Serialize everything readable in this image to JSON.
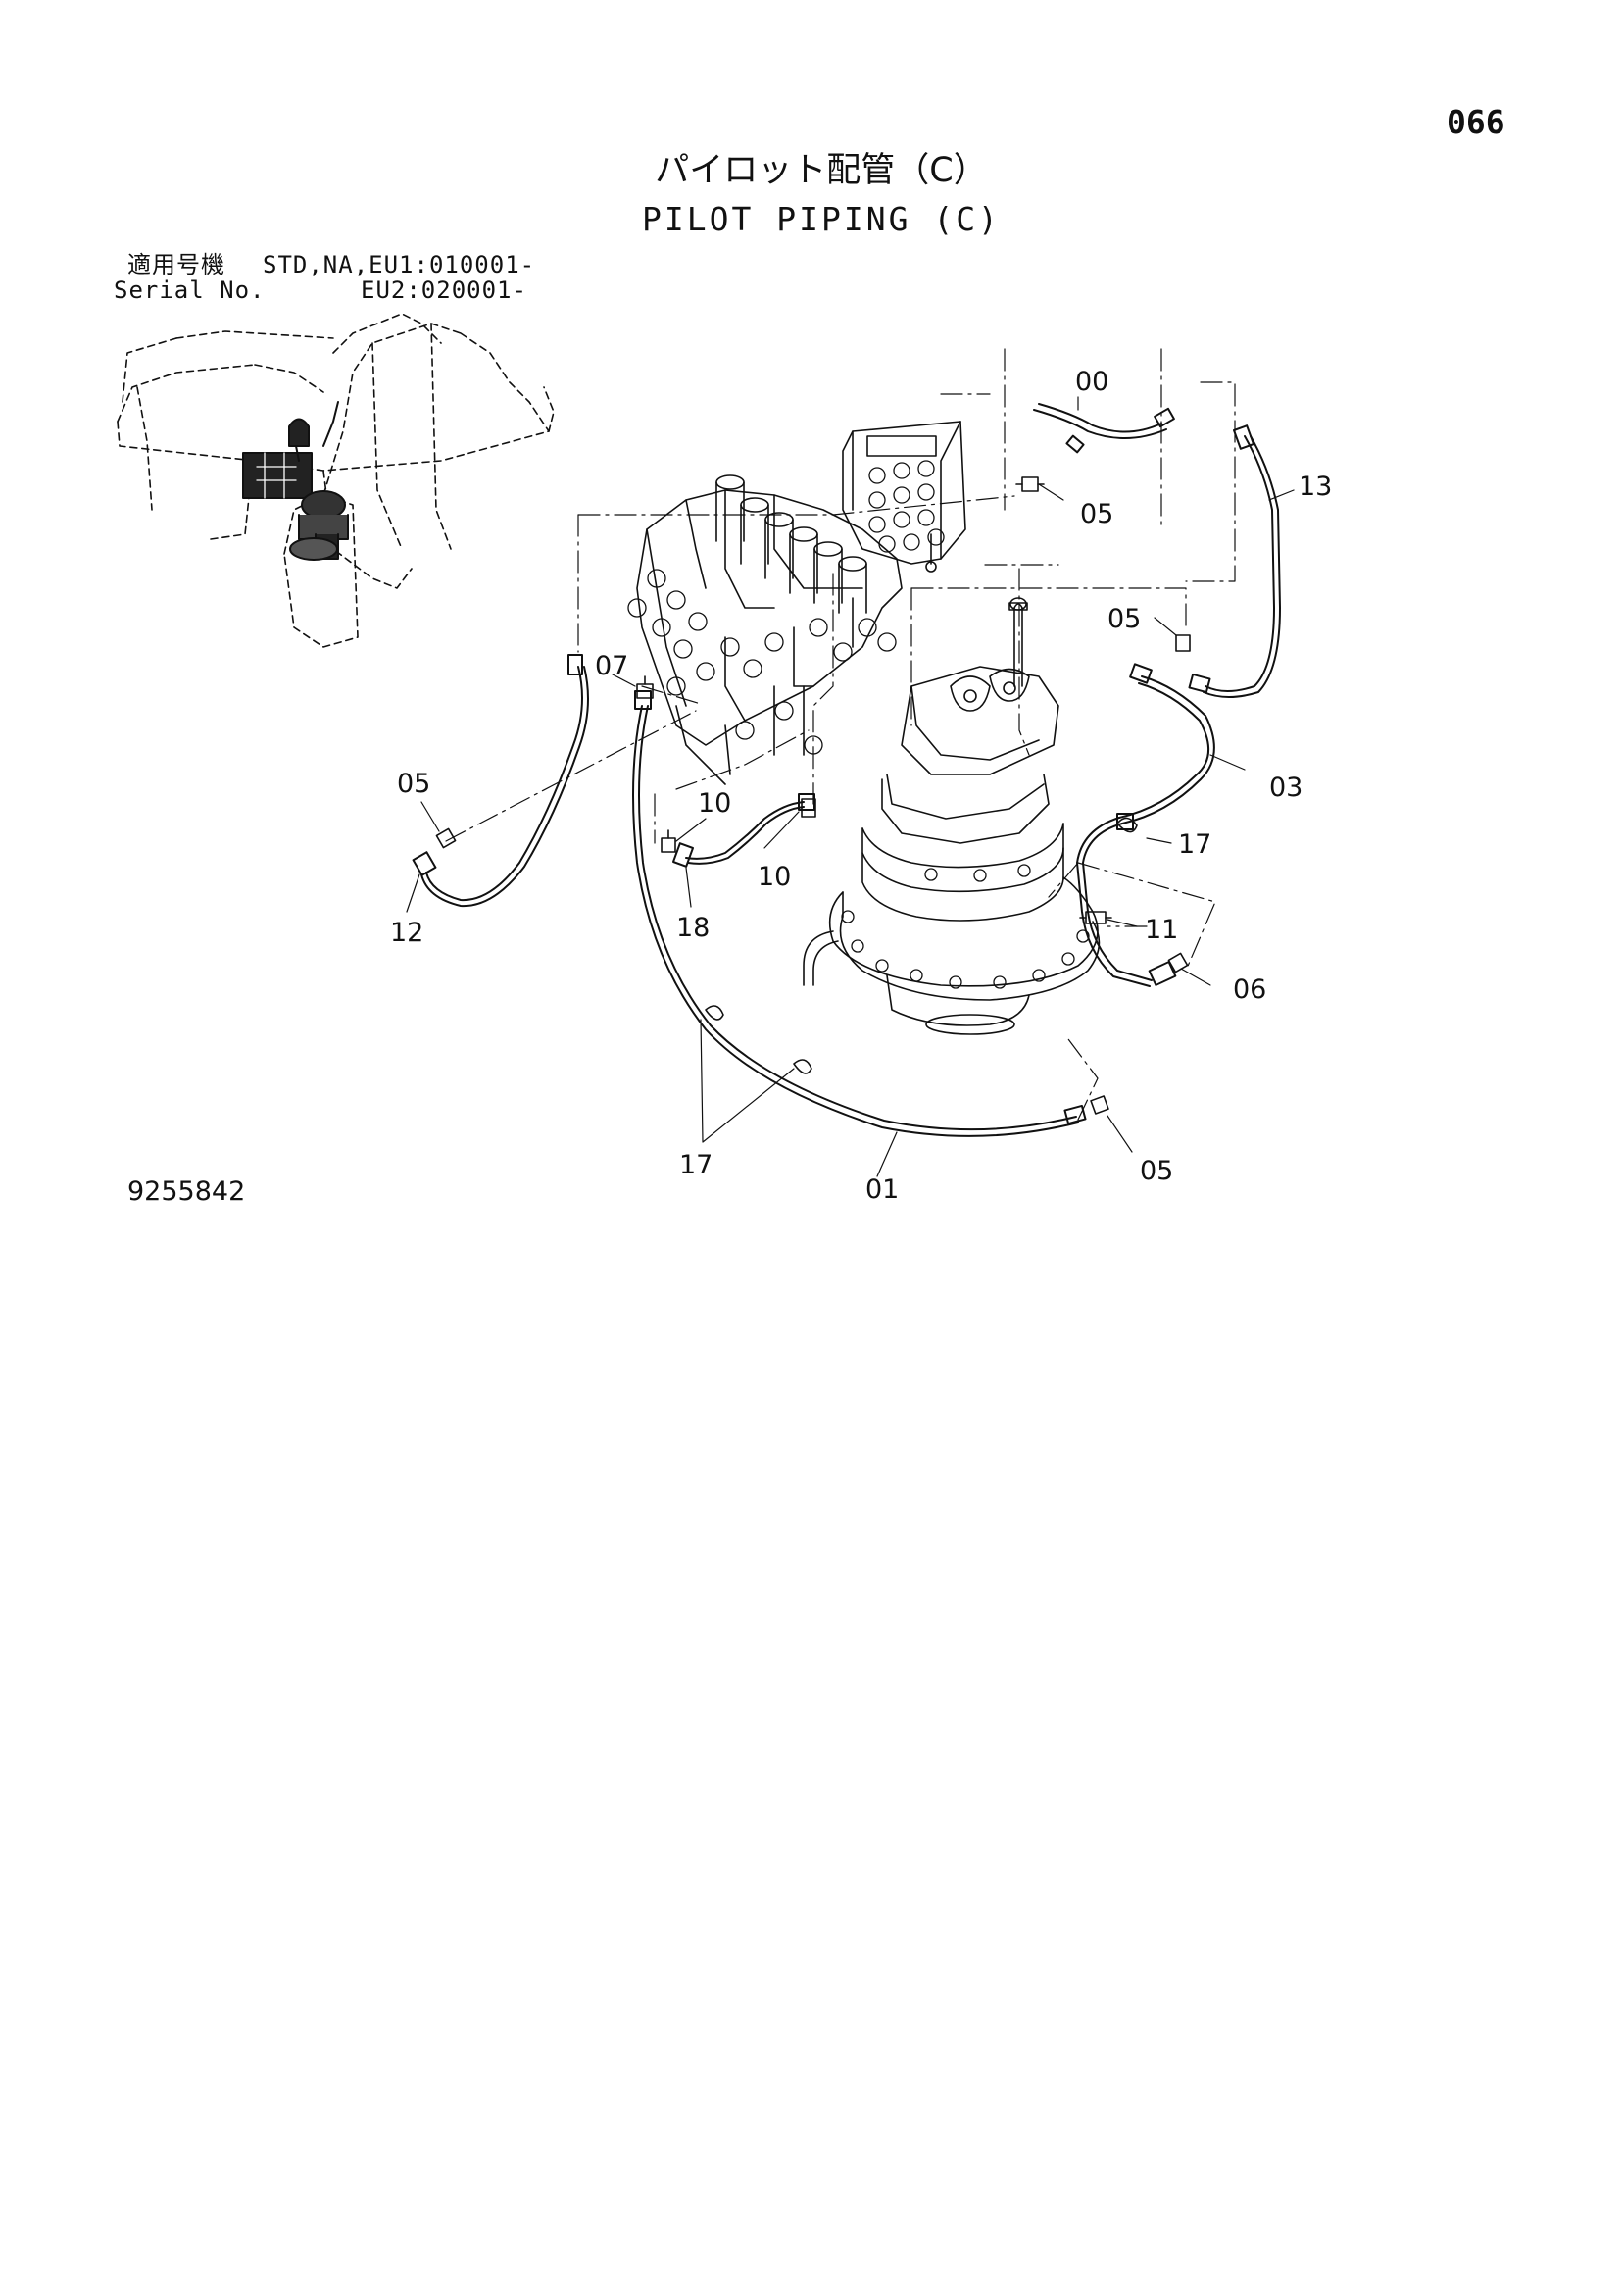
{
  "page_number": "066",
  "title_ja": "パイロット配管（C）",
  "title_en": "PILOT PIPING (C)",
  "serial": {
    "label_ja": "適用号機",
    "label_en": "Serial No.",
    "line1": "STD,NA,EU1:010001-",
    "line2": "EU2:020001-"
  },
  "figure_number": "9255842",
  "part_labels": {
    "p00": "00",
    "p05_top": "05",
    "p13": "13",
    "p05_right": "05",
    "p07": "07",
    "p05_left": "05",
    "p12": "12",
    "p10_a": "10",
    "p10_b": "10",
    "p18": "18",
    "p03": "03",
    "p17_right": "17",
    "p11": "11",
    "p06": "06",
    "p17_bottom": "17",
    "p01": "01",
    "p05_bottom": "05"
  }
}
